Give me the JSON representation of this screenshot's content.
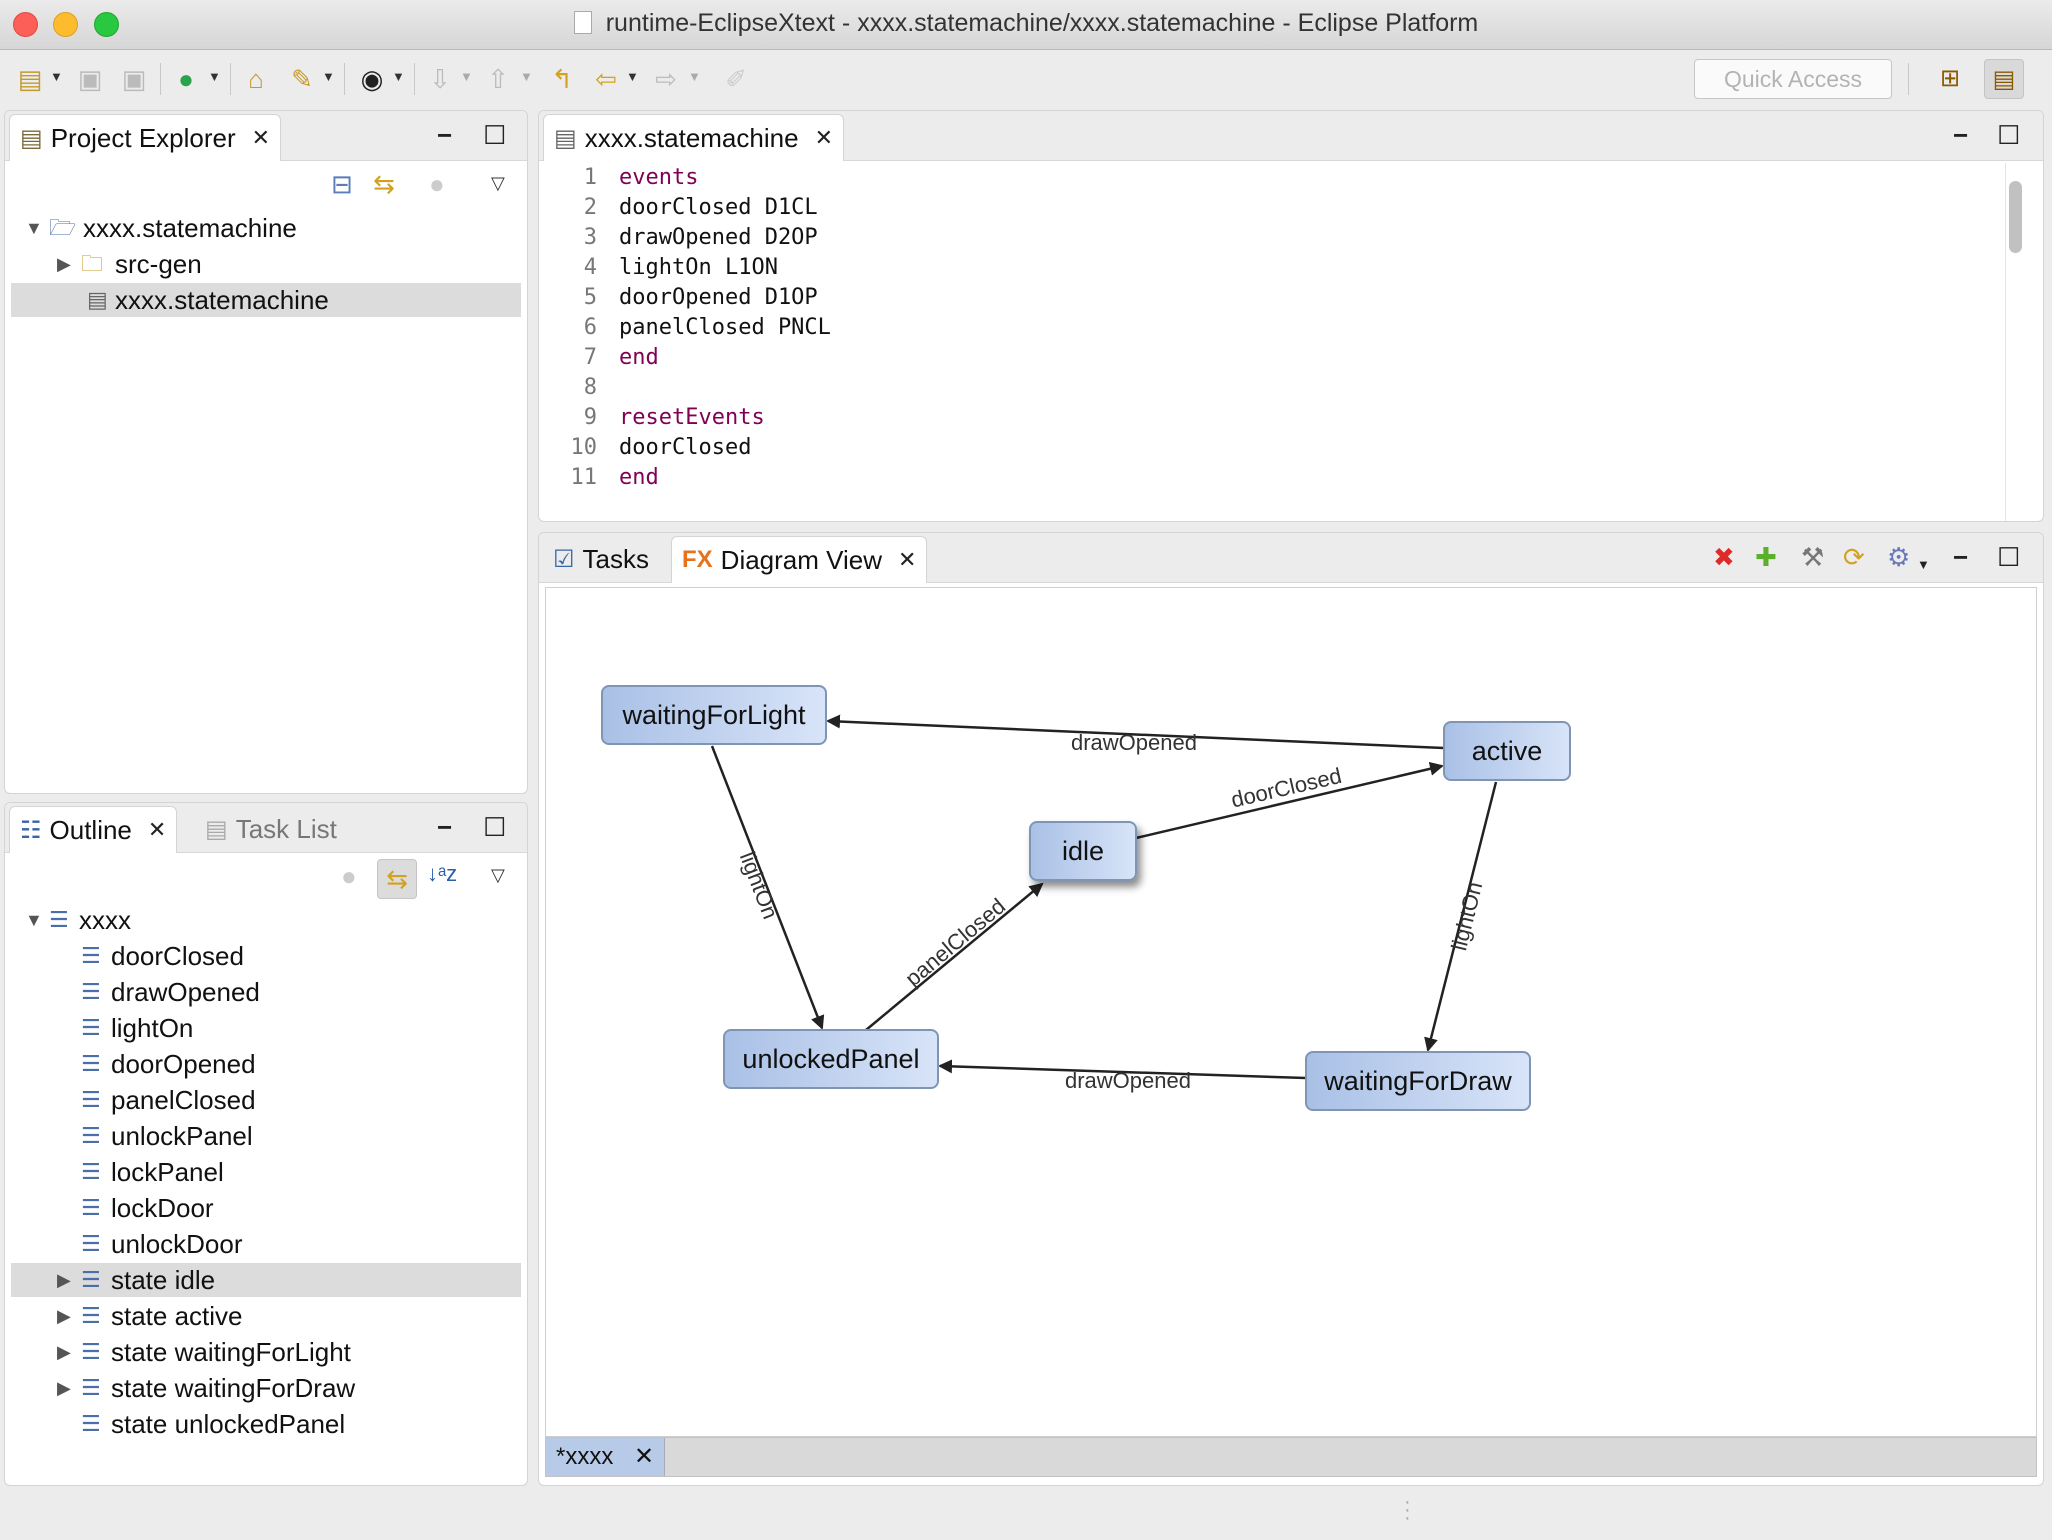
{
  "window": {
    "title": "runtime-EclipseXtext - xxxx.statemachine/xxxx.statemachine - Eclipse Platform"
  },
  "toolbar": {
    "quick_access_placeholder": "Quick Access",
    "icons": [
      "new-wizard-icon",
      "save-icon",
      "save-all-icon",
      "run-icon",
      "open-task-icon",
      "build-icon",
      "account-icon",
      "next-annotation-icon",
      "previous-annotation-icon",
      "last-edit-icon",
      "back-icon",
      "forward-icon",
      "pin-icon"
    ]
  },
  "project_explorer": {
    "tab_label": "Project Explorer",
    "tree": [
      {
        "label": "xxxx.statemachine",
        "level": 0,
        "expanded": true,
        "icon": "project-folder-icon"
      },
      {
        "label": "src-gen",
        "level": 1,
        "expanded": false,
        "icon": "folder-icon"
      },
      {
        "label": "xxxx.statemachine",
        "level": 1,
        "selected": true,
        "icon": "file-icon"
      }
    ]
  },
  "editor": {
    "tab_label": "xxxx.statemachine",
    "lines": [
      {
        "num": "1",
        "text": "events",
        "kw": true
      },
      {
        "num": "2",
        "text": "doorClosed D1CL",
        "kw": false
      },
      {
        "num": "3",
        "text": "drawOpened D2OP",
        "kw": false
      },
      {
        "num": "4",
        "text": "lightOn L1ON",
        "kw": false
      },
      {
        "num": "5",
        "text": "doorOpened D1OP",
        "kw": false
      },
      {
        "num": "6",
        "text": "panelClosed PNCL",
        "kw": false
      },
      {
        "num": "7",
        "text": "end",
        "kw": true
      },
      {
        "num": "8",
        "text": "",
        "kw": false
      },
      {
        "num": "9",
        "text": "resetEvents",
        "kw": true
      },
      {
        "num": "10",
        "text": "doorClosed",
        "kw": false
      },
      {
        "num": "11",
        "text": "end",
        "kw": true
      }
    ]
  },
  "outline": {
    "tab_label": "Outline",
    "inactive_tab_label": "Task List",
    "tree": [
      {
        "label": "xxxx",
        "level": 0,
        "twisty": "expanded"
      },
      {
        "label": "doorClosed",
        "level": 1,
        "twisty": "none"
      },
      {
        "label": "drawOpened",
        "level": 1,
        "twisty": "none"
      },
      {
        "label": "lightOn",
        "level": 1,
        "twisty": "none"
      },
      {
        "label": "doorOpened",
        "level": 1,
        "twisty": "none"
      },
      {
        "label": "panelClosed",
        "level": 1,
        "twisty": "none"
      },
      {
        "label": "unlockPanel",
        "level": 1,
        "twisty": "none"
      },
      {
        "label": "lockPanel",
        "level": 1,
        "twisty": "none"
      },
      {
        "label": "lockDoor",
        "level": 1,
        "twisty": "none"
      },
      {
        "label": "unlockDoor",
        "level": 1,
        "twisty": "none"
      },
      {
        "label": "state idle",
        "level": 1,
        "twisty": "collapsed",
        "selected": true
      },
      {
        "label": "state active",
        "level": 1,
        "twisty": "collapsed"
      },
      {
        "label": "state waitingForLight",
        "level": 1,
        "twisty": "collapsed"
      },
      {
        "label": "state waitingForDraw",
        "level": 1,
        "twisty": "collapsed"
      },
      {
        "label": "state unlockedPanel",
        "level": 1,
        "twisty": "none"
      }
    ]
  },
  "diagram_view": {
    "tasks_tab_label": "Tasks",
    "fx_badge": "FX",
    "tab_label": "Diagram View",
    "bottom_tab_label": "*xxxx",
    "node_colors": {
      "top": "#a9c0e6",
      "bottom": "#d8e4f8",
      "border": "#8095b5"
    },
    "nodes": [
      {
        "id": "waitingForLight",
        "label": "waitingForLight"
      },
      {
        "id": "active",
        "label": "active"
      },
      {
        "id": "idle",
        "label": "idle",
        "highlighted": true
      },
      {
        "id": "unlockedPanel",
        "label": "unlockedPanel"
      },
      {
        "id": "waitingForDraw",
        "label": "waitingForDraw"
      }
    ],
    "edges": [
      {
        "from": "active",
        "to": "waitingForLight",
        "label": "drawOpened"
      },
      {
        "from": "idle",
        "to": "active",
        "label": "doorClosed"
      },
      {
        "from": "waitingForLight",
        "to": "unlockedPanel",
        "label": "lightOn"
      },
      {
        "from": "active",
        "to": "waitingForDraw",
        "label": "lightOn"
      },
      {
        "from": "unlockedPanel",
        "to": "idle",
        "label": "panelClosed"
      },
      {
        "from": "waitingForDraw",
        "to": "unlockedPanel",
        "label": "drawOpened"
      }
    ]
  }
}
